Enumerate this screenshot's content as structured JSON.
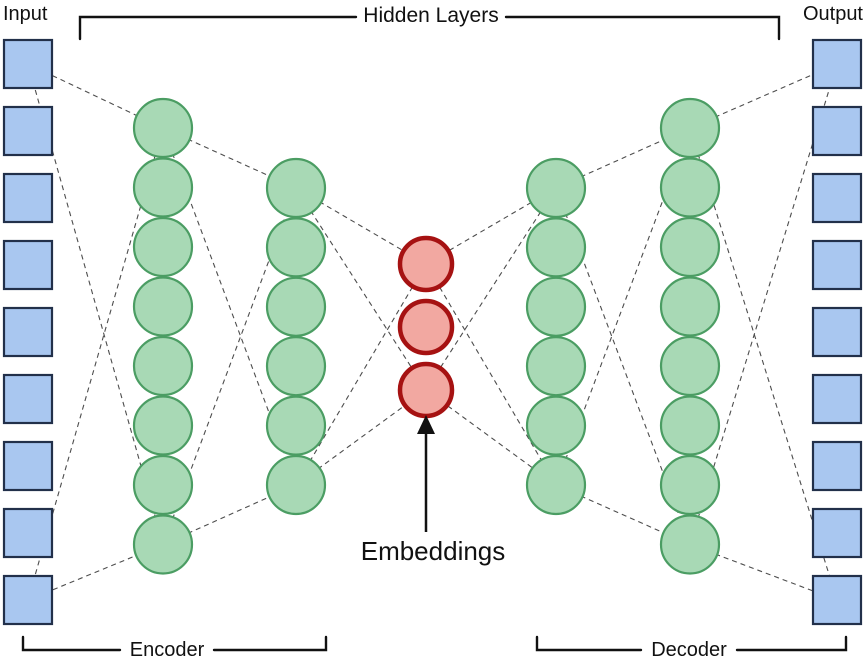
{
  "labels": {
    "input": "Input",
    "output": "Output",
    "hidden_layers": "Hidden Layers",
    "embeddings": "Embeddings",
    "encoder": "Encoder",
    "decoder": "Decoder"
  },
  "colors": {
    "input_fill": "#a9c7f0",
    "input_stroke": "#22304a",
    "hidden_fill": "#a8d9b5",
    "hidden_stroke": "#4b9d63",
    "embedding_fill": "#f2a8a1",
    "embedding_stroke": "#a61212",
    "edge": "#4d4d4d"
  },
  "diagram": {
    "type": "autoencoder-network",
    "input_units": 9,
    "output_units": 9,
    "encoder_layer_sizes": [
      8,
      6
    ],
    "embedding_units": 3,
    "decoder_layer_sizes": [
      6,
      8
    ]
  }
}
